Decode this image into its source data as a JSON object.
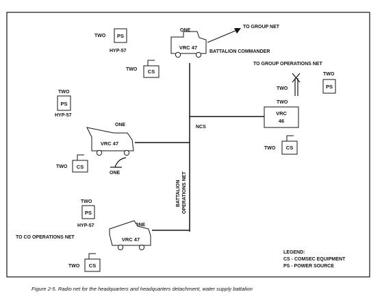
{
  "diagram": {
    "quantity_two": "TWO",
    "quantity_one": "ONE",
    "ps": "PS",
    "cs": "CS",
    "hyp57": "HYP-57",
    "vrc47": "VRC 47",
    "vrc46_line1": "VRC",
    "vrc46_line2": "46",
    "ncs": "NCS",
    "battalion_commander": "BATTALION COMMANDER",
    "to_group_net": "TO GROUP NET",
    "to_group_operations_net": "TO GROUP OPERATIONS NET",
    "to_co_operations_net": "TO CO OPERATIONS NET",
    "battalion_ops_net_line1": "BATTALION",
    "battalion_ops_net_line2": "OPERATIONS NET"
  },
  "legend": {
    "title": "LEGEND:",
    "cs": "CS - COMSEC EQUIPMENT",
    "ps": "PS - POWER SOURCE"
  },
  "caption": "Figure 2-5.  Radio net for the headquarters and headquarters detachment, water supply battalion"
}
